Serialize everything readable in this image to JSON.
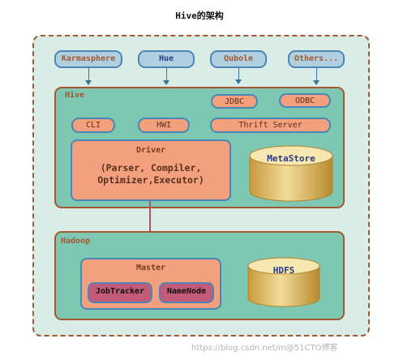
{
  "title": "Hive的架构",
  "clients": [
    {
      "label": "Karmasphere"
    },
    {
      "label": "Hue"
    },
    {
      "label": "Qubole"
    },
    {
      "label": "Others..."
    }
  ],
  "hive": {
    "label": "Hive",
    "jdbc": "JDBC",
    "odbc": "ODBC",
    "cli": "CLI",
    "hwi": "HWI",
    "thrift": "Thrift Server",
    "driver_title": "Driver",
    "driver_line1": "(Parser, Compiler,",
    "driver_line2": "Optimizer,Executor)",
    "metastore": "MetaStore"
  },
  "hadoop": {
    "label": "Hadoop",
    "master": "Master",
    "jobtracker": "JobTracker",
    "namenode": "NameNode",
    "hdfs": "HDFS"
  },
  "watermark": "https://blog.csdn.net/m@51CTO博客"
}
